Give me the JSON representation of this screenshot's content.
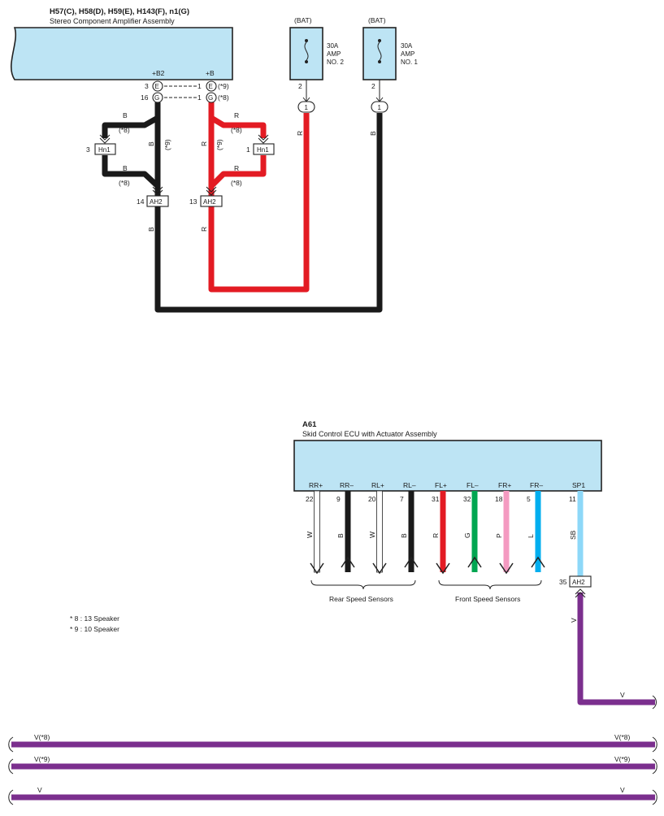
{
  "colors": {
    "black_wire": "#1a1a1a",
    "red_wire": "#e31b23",
    "green_wire": "#00a651",
    "pink_wire": "#f49ac1",
    "blue_wire": "#00aeef",
    "sky_blue_wire": "#8dd8f8",
    "violet_wire": "#7b2f8e",
    "component_fill": "#bde4f4"
  },
  "amp": {
    "title": "H57(C), H58(D), H59(E), H143(F), n1(G)",
    "subtitle": "Stereo Component Amplifier Assembly",
    "terminals": {
      "b2": "+B2",
      "b": "+B"
    },
    "pins": {
      "p3": "3",
      "p16": "16",
      "e": "E",
      "g": "G",
      "p1a": "1",
      "p1b": "1",
      "note9": "(*9)",
      "note8": "(*8)"
    }
  },
  "fuses": {
    "amp2": {
      "source": "(BAT)",
      "line1": "30A",
      "line2": "AMP",
      "line3": "NO. 2",
      "pin": "2",
      "junction": "1"
    },
    "amp1": {
      "source": "(BAT)",
      "line1": "30A",
      "line2": "AMP",
      "line3": "NO. 1",
      "pin": "2",
      "junction": "1"
    }
  },
  "connectors": {
    "hn1_left": {
      "label": "Hn1",
      "pin": "3"
    },
    "hn1_right": {
      "label": "Hn1",
      "pin": "1"
    },
    "ah2_left": {
      "label": "AH2",
      "pin": "14"
    },
    "ah2_right": {
      "label": "AH2",
      "pin": "13"
    },
    "ah2_ecu": {
      "label": "AH2",
      "pin": "35"
    }
  },
  "wire_labels": {
    "b": "B",
    "r": "R",
    "w": "W",
    "g": "G",
    "p": "P",
    "l": "L",
    "sb": "SB",
    "v": "V",
    "note8": "(*8)",
    "note9": "(*9)",
    "v8": "V(*8)",
    "v9": "V(*9)"
  },
  "ecu": {
    "code": "A61",
    "title": "Skid Control ECU with Actuator Assembly",
    "terminals": [
      {
        "name": "RR+",
        "pin": "22",
        "wire": "W"
      },
      {
        "name": "RR–",
        "pin": "9",
        "wire": "B"
      },
      {
        "name": "RL+",
        "pin": "20",
        "wire": "W"
      },
      {
        "name": "RL–",
        "pin": "7",
        "wire": "B"
      },
      {
        "name": "FL+",
        "pin": "31",
        "wire": "R"
      },
      {
        "name": "FL–",
        "pin": "32",
        "wire": "G"
      },
      {
        "name": "FR+",
        "pin": "18",
        "wire": "P"
      },
      {
        "name": "FR–",
        "pin": "5",
        "wire": "L"
      },
      {
        "name": "SP1",
        "pin": "11",
        "wire": "SB"
      }
    ],
    "groups": {
      "rear": "Rear Speed Sensors",
      "front": "Front Speed Sensors"
    }
  },
  "notes": {
    "n8": "* 8 : 13 Speaker",
    "n9": "* 9 : 10 Speaker"
  }
}
